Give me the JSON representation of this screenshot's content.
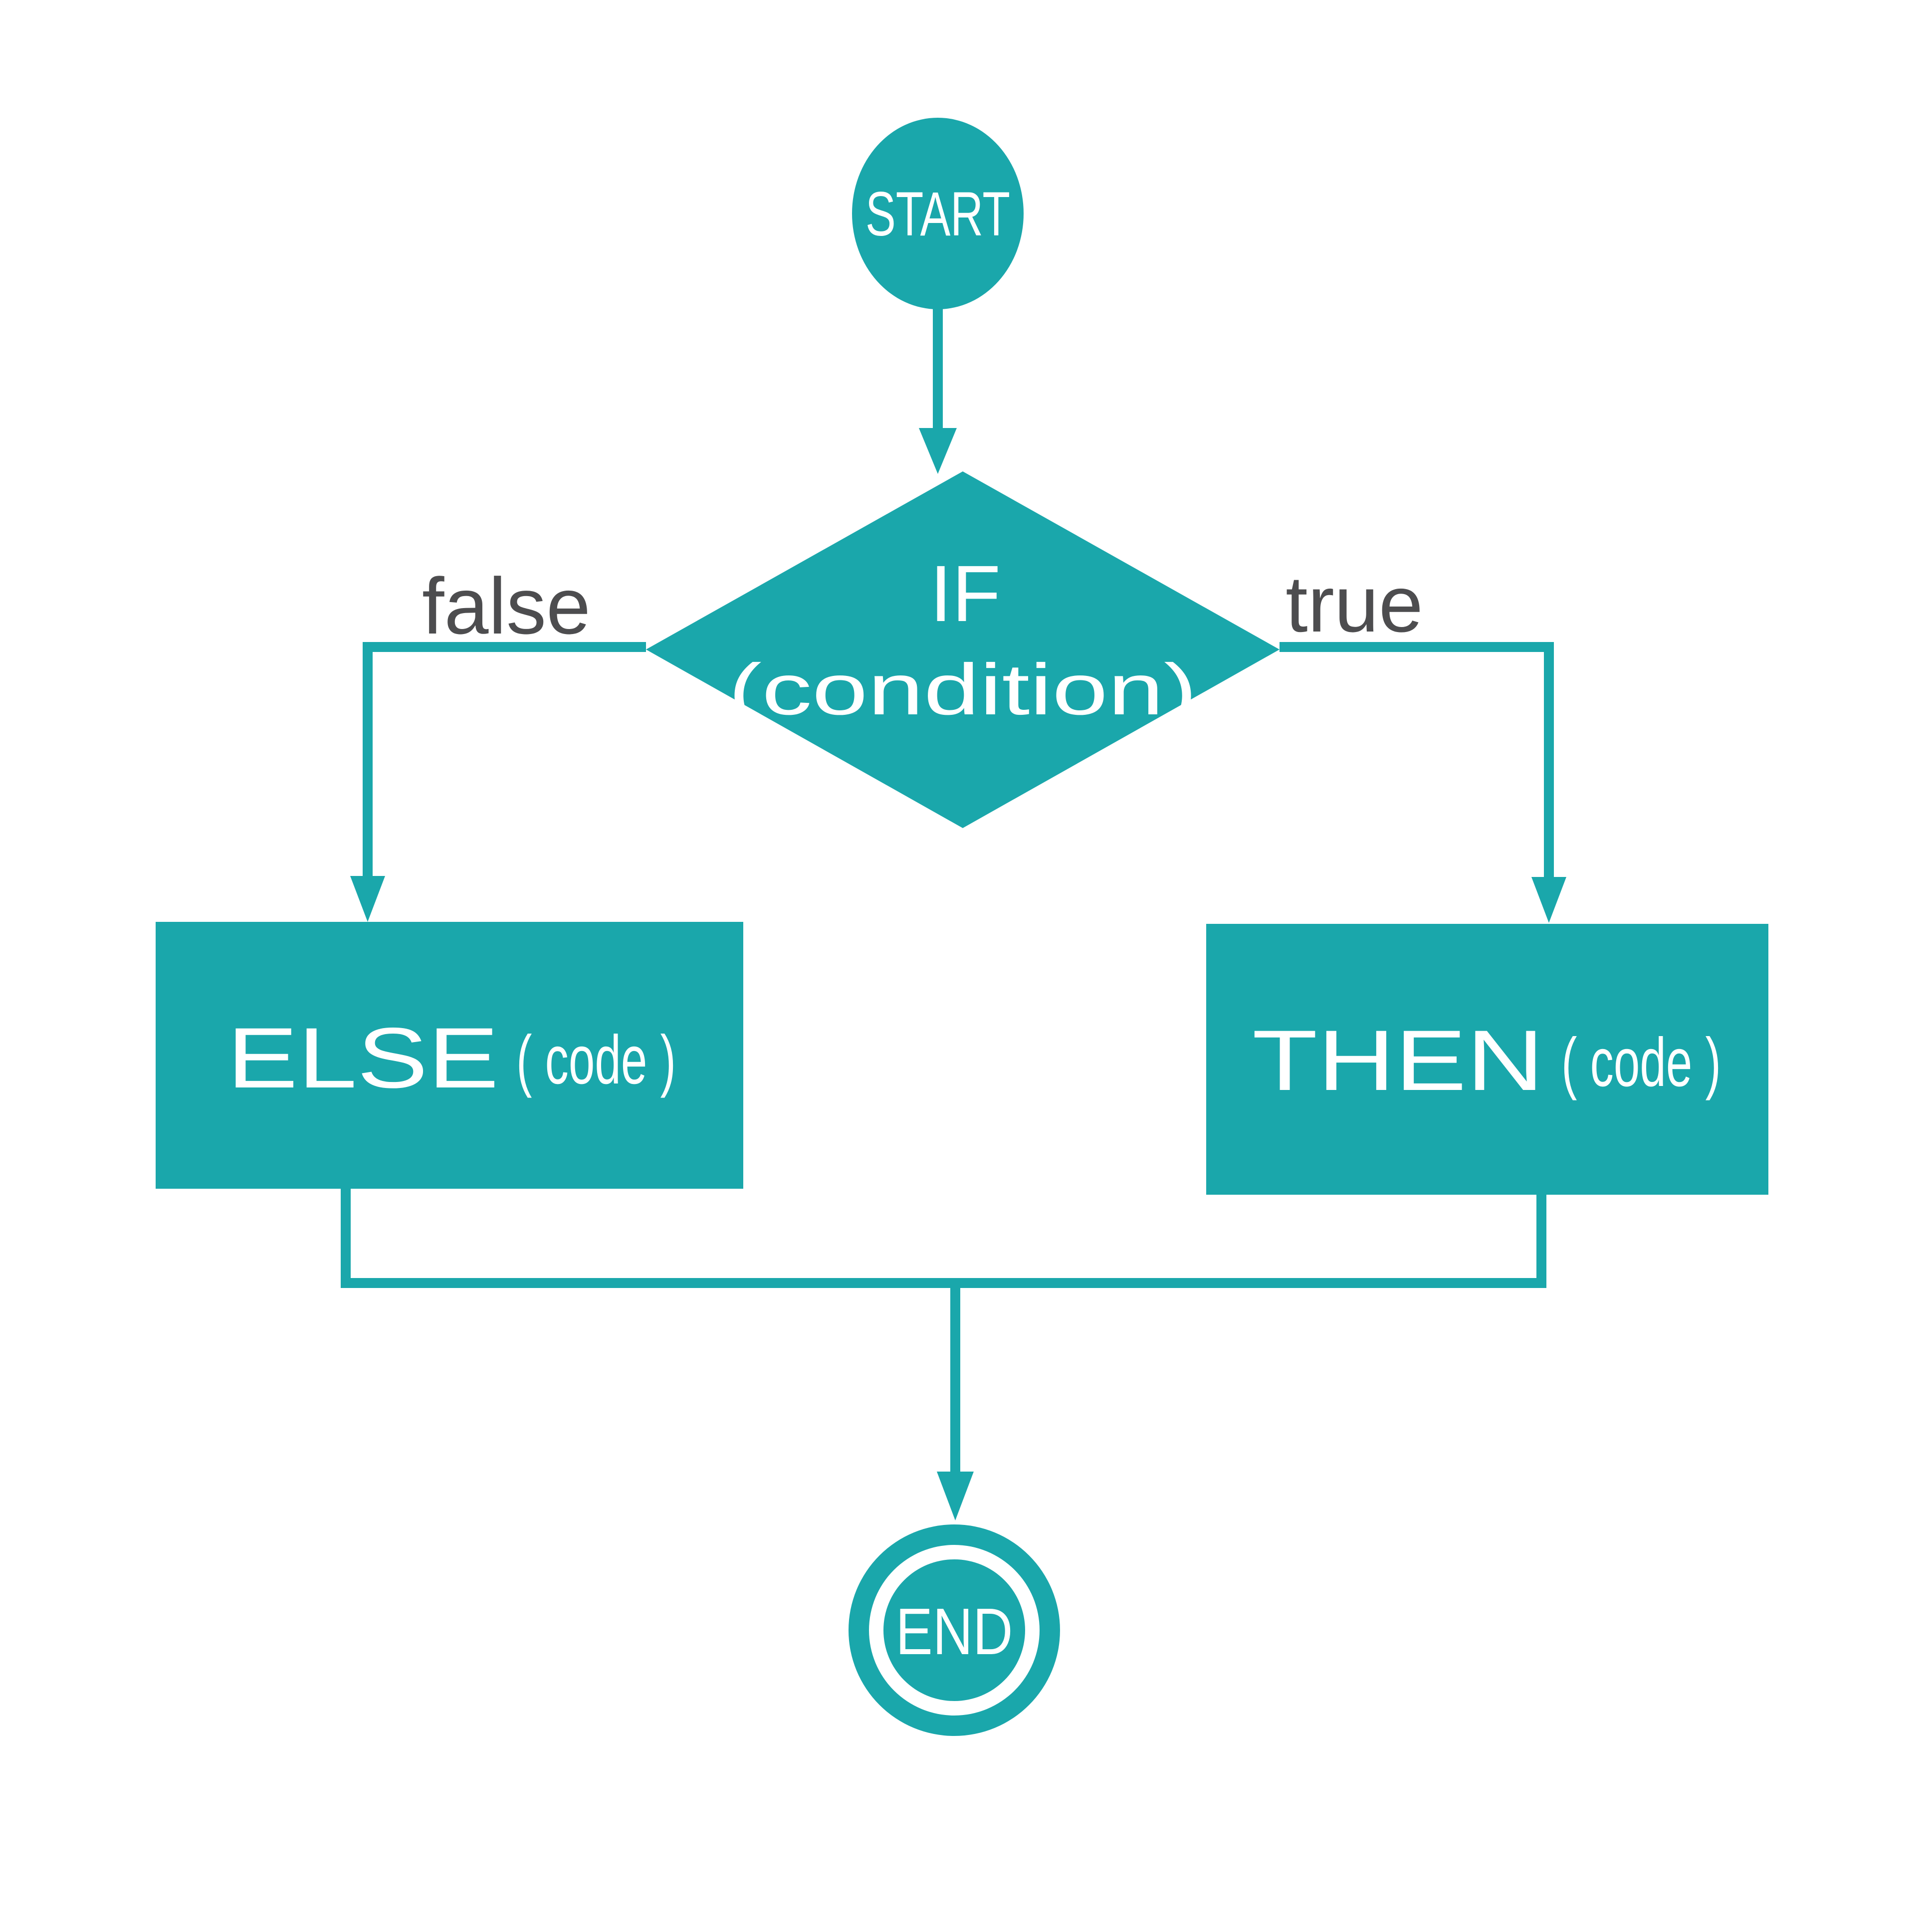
{
  "diagram_type": "flowchart",
  "subject": "if-else control flow",
  "colors": {
    "teal": "#1AA7AB",
    "gray": "#4D4D4F",
    "white": "#FFFFFF",
    "background": "#FFFFFF"
  },
  "nodes": {
    "start": {
      "type": "terminator-circle",
      "label": "START"
    },
    "decision": {
      "type": "diamond",
      "keyword": "IF",
      "condition": "(condition)"
    },
    "else_process": {
      "type": "rectangle",
      "keyword": "ELSE",
      "code": "( code )"
    },
    "then_process": {
      "type": "rectangle",
      "keyword": "THEN",
      "code": "( code )"
    },
    "end": {
      "type": "terminator-double-circle",
      "label": "END"
    }
  },
  "labels": {
    "false_branch": "false",
    "true_branch": "true"
  },
  "edges": [
    {
      "from": "start",
      "to": "decision",
      "label": ""
    },
    {
      "from": "decision",
      "to": "else_process",
      "label": "false",
      "direction": "left-down"
    },
    {
      "from": "decision",
      "to": "then_process",
      "label": "true",
      "direction": "right-down"
    },
    {
      "from": "else_process",
      "to": "end",
      "label": ""
    },
    {
      "from": "then_process",
      "to": "end",
      "label": ""
    }
  ]
}
